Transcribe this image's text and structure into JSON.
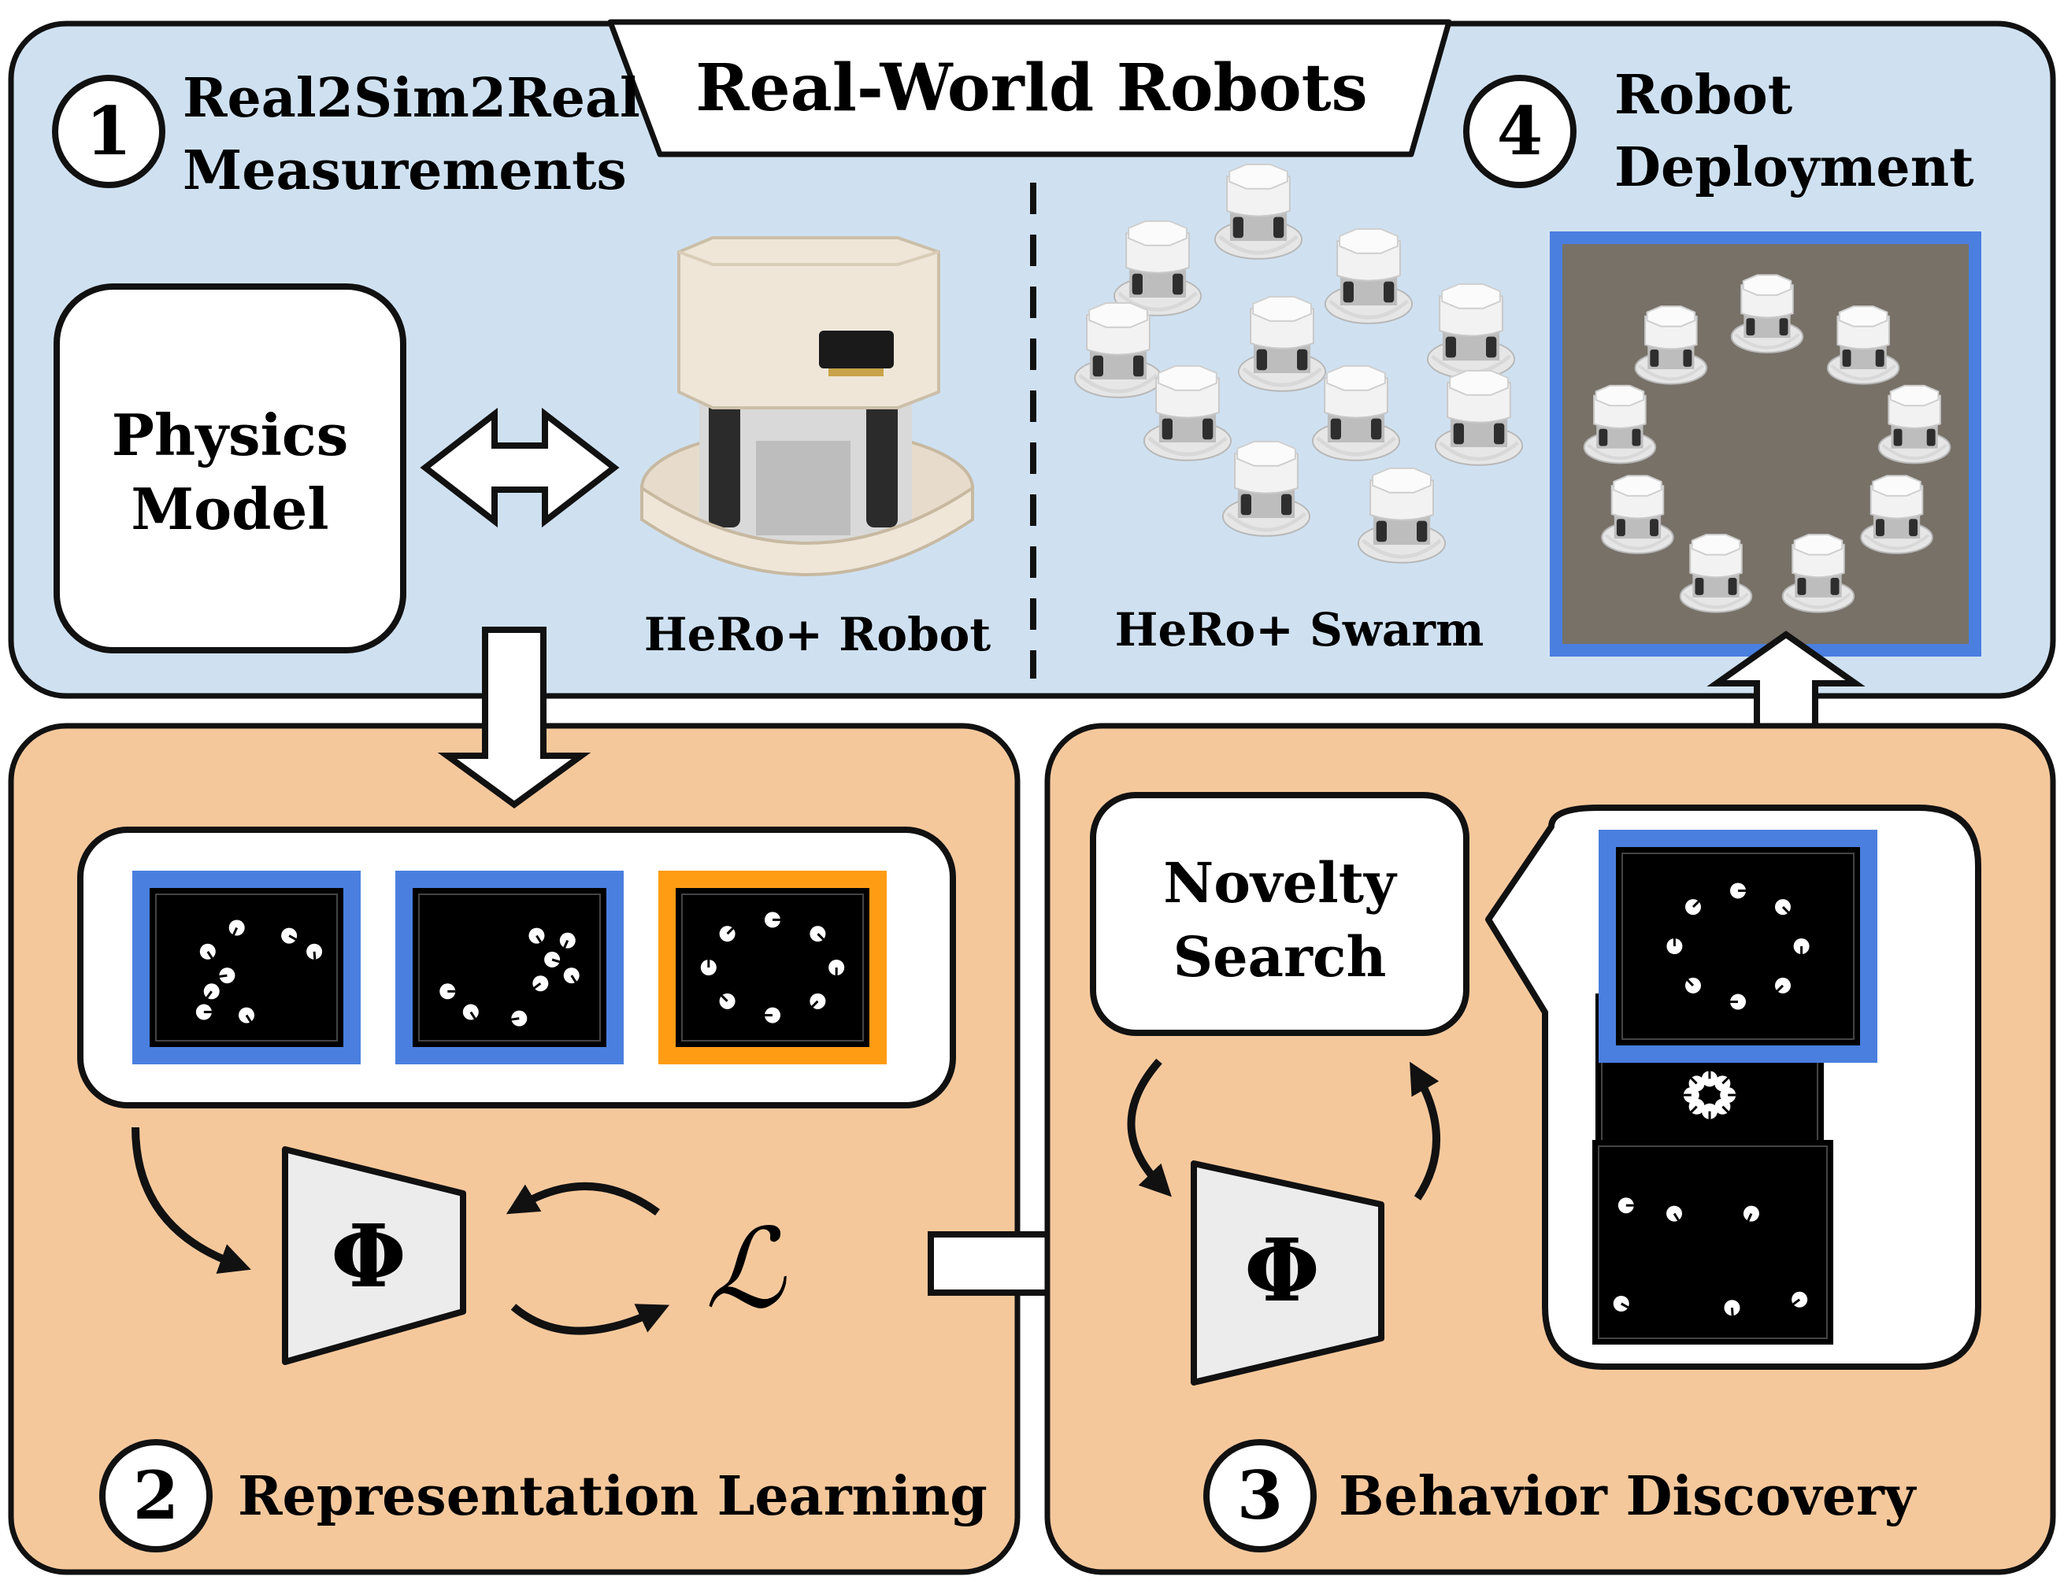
{
  "title": "Real-World Robots",
  "colors": {
    "top_panel": "#cfe1f1",
    "bottom_panel": "#f5c89c",
    "blue_frame": "#4a7fe0",
    "orange_frame": "#ff9c14",
    "floor": "#7b766c",
    "module_fill": "#e9e9e9",
    "robot_shell": "#efe6d8",
    "robot_white": "#f4f4f4"
  },
  "steps": {
    "s1": {
      "number": "1",
      "line1": "Real2Sim2Real",
      "line2": "Measurements"
    },
    "s2": {
      "number": "2",
      "label": "Representation Learning"
    },
    "s3": {
      "number": "3",
      "label": "Behavior Discovery"
    },
    "s4": {
      "number": "4",
      "line1": "Robot",
      "line2": "Deployment"
    }
  },
  "physics_model": {
    "line1": "Physics",
    "line2": "Model"
  },
  "hero_robot_label": "HeRo+ Robot",
  "hero_swarm_label": "HeRo+ Swarm",
  "novelty_search": {
    "line1": "Novelty",
    "line2": "Search"
  },
  "encoder_symbol": "Φ",
  "loss_symbol": "ℒ",
  "icons": [
    "double-arrow-icon",
    "down-arrow-icon",
    "right-arrow-icon",
    "up-arrow-icon",
    "cycle-arrows-icon",
    "curved-arrow-icon"
  ]
}
